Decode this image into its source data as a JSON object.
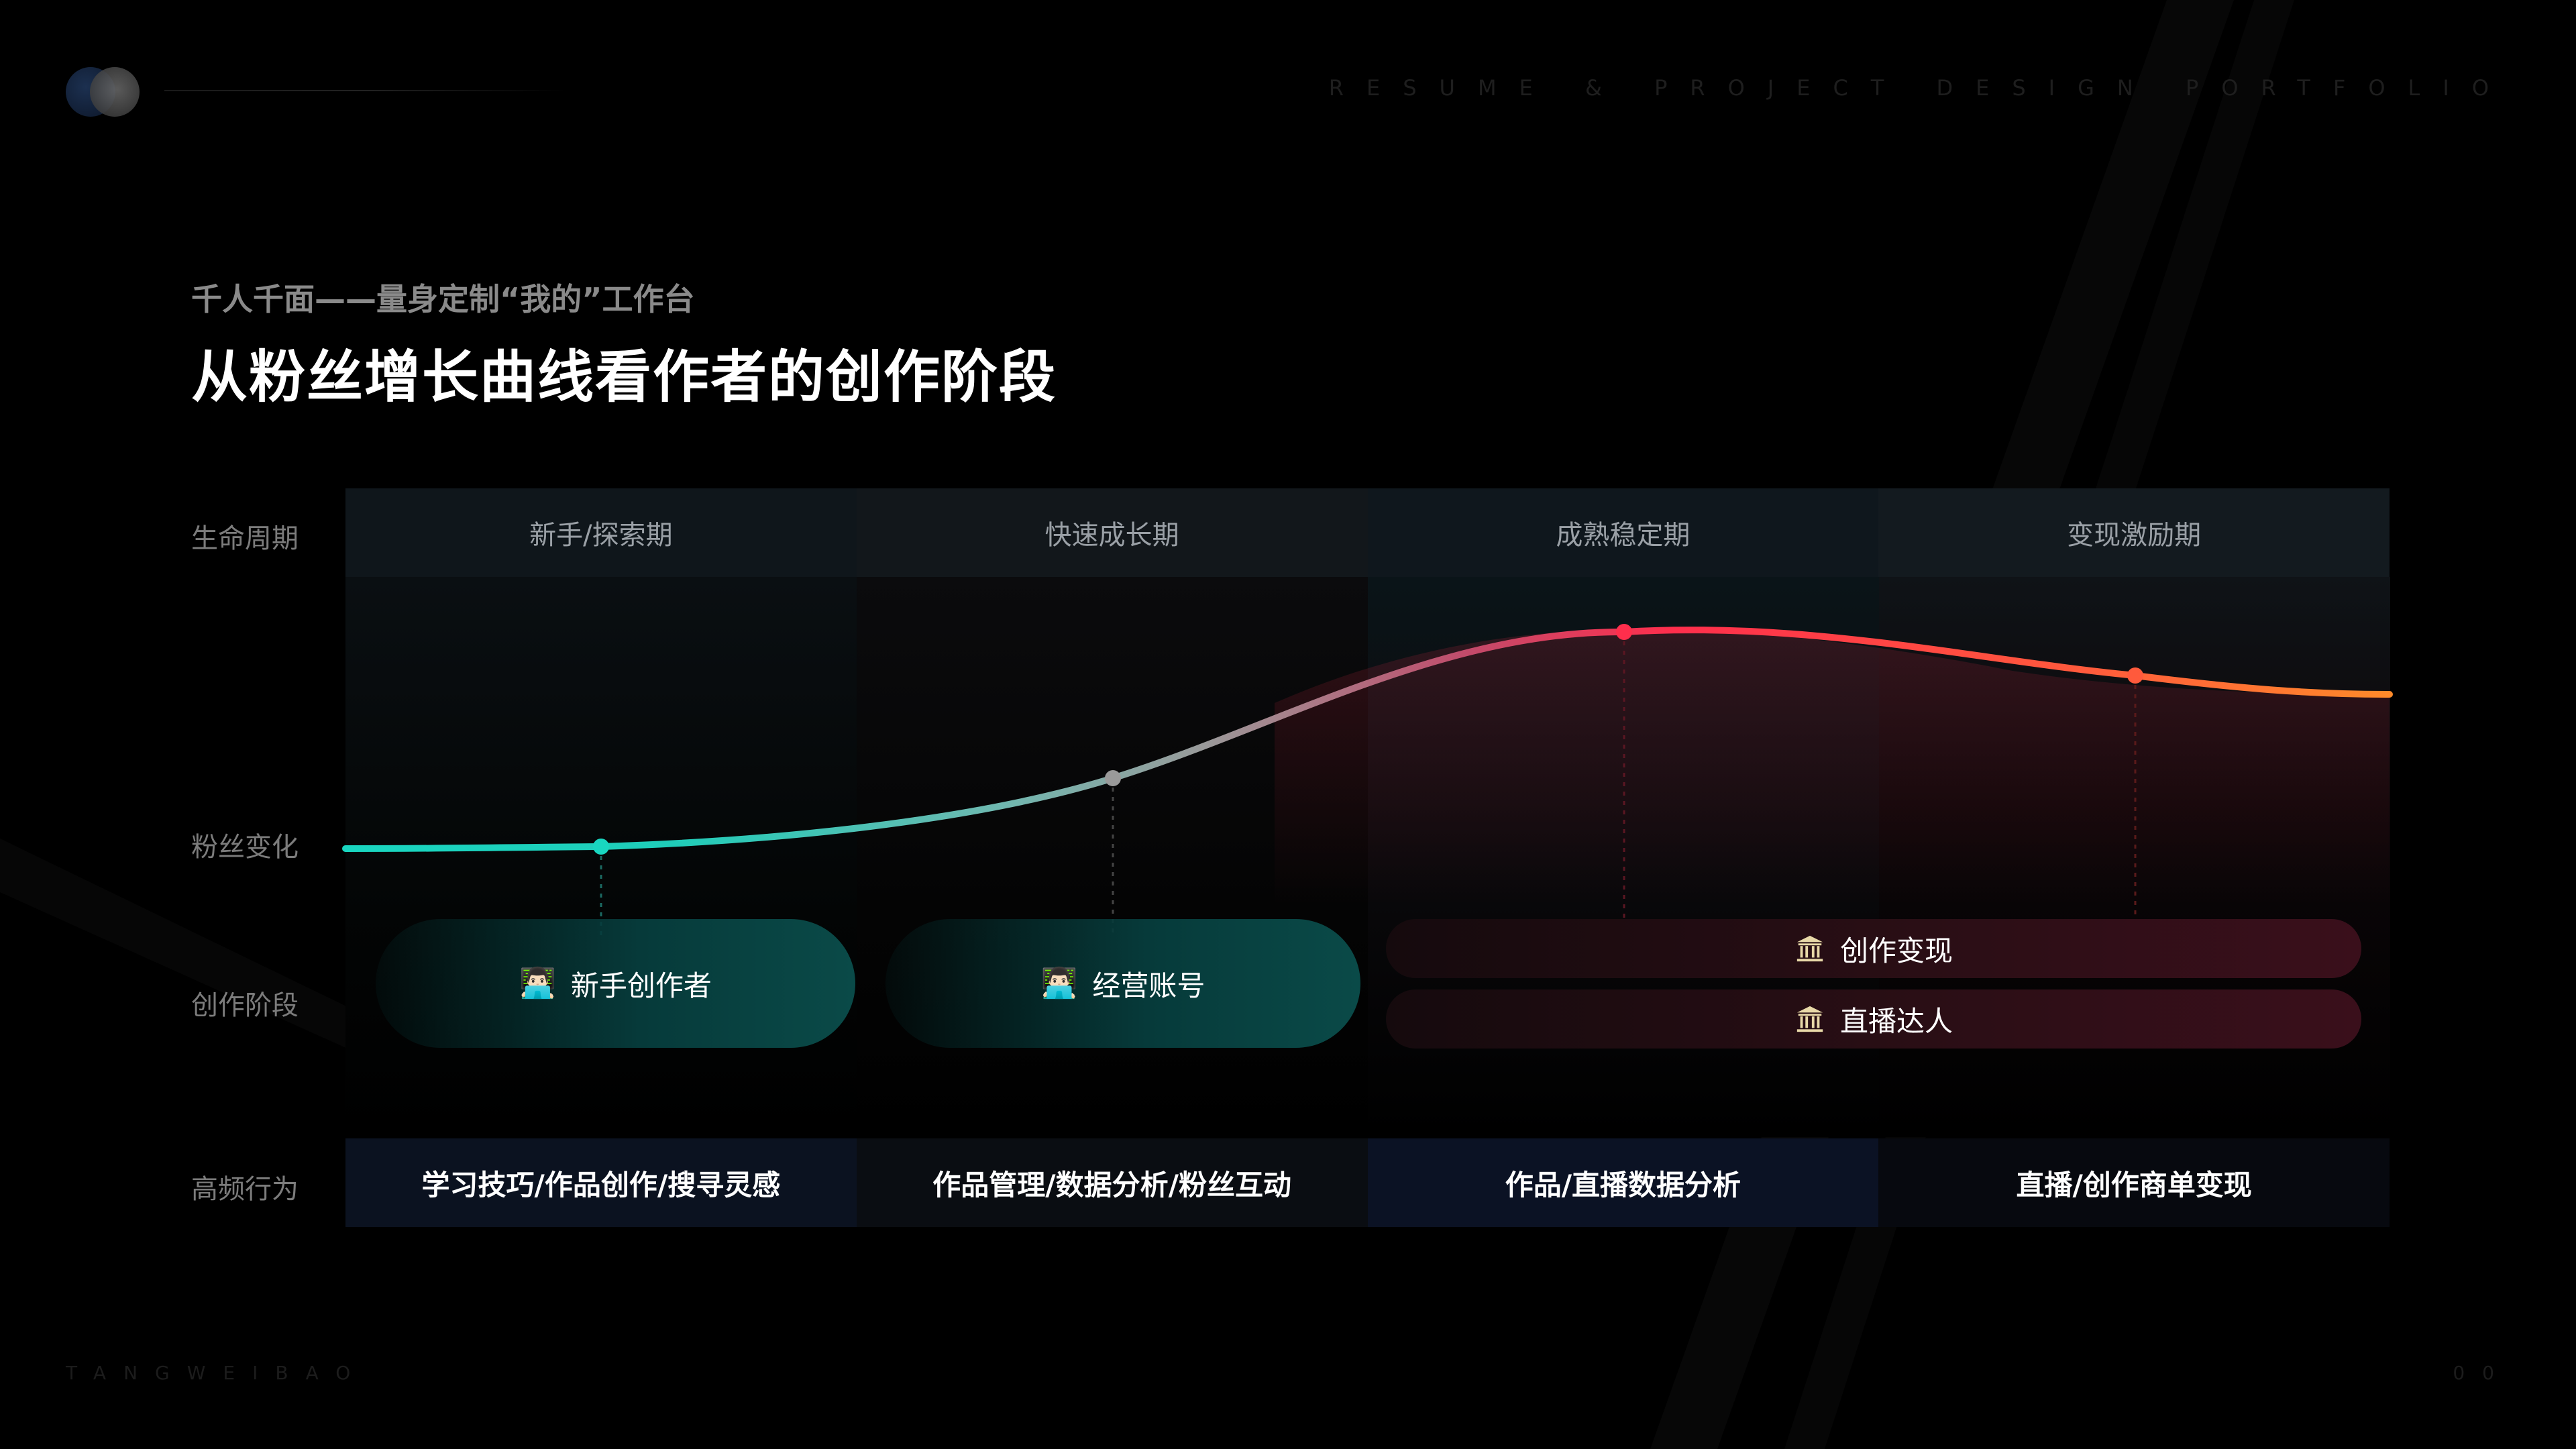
{
  "header": {
    "portfolio_text": "RESUME & PROJECT DESIGN PORTFOLIO",
    "subtitle": "千人千面——量身定制“我的”工作台",
    "title": "从粉丝增长曲线看作者的创作阶段"
  },
  "row_labels": {
    "lifecycle": "生命周期",
    "fans": "粉丝变化",
    "stage": "创作阶段",
    "behavior": "高频行为"
  },
  "phases": [
    "新手/探索期",
    "快速成长期",
    "成熟稳定期",
    "变现激励期"
  ],
  "stages": {
    "novice": {
      "label": "新手创作者",
      "icon": "user-avatar-icon"
    },
    "operator": {
      "label": "经营账号",
      "icon": "user-avatar-icon"
    },
    "monetize": {
      "label": "创作变现",
      "icon": "bank-icon"
    },
    "live": {
      "label": "直播达人",
      "icon": "bank-icon"
    }
  },
  "behaviors": [
    "学习技巧/作品创作/搜寻灵感",
    "作品管理/数据分析/粉丝互动",
    "作品/直播数据分析",
    "直播/创作商单变现"
  ],
  "colors": {
    "teal": "#19d6c0",
    "gray": "#9a9a9a",
    "red": "#ff2e4c",
    "orange": "#ff8a2a",
    "background": "#000000"
  },
  "footer": {
    "left": "TANGWEIBAO",
    "right": "00"
  }
}
